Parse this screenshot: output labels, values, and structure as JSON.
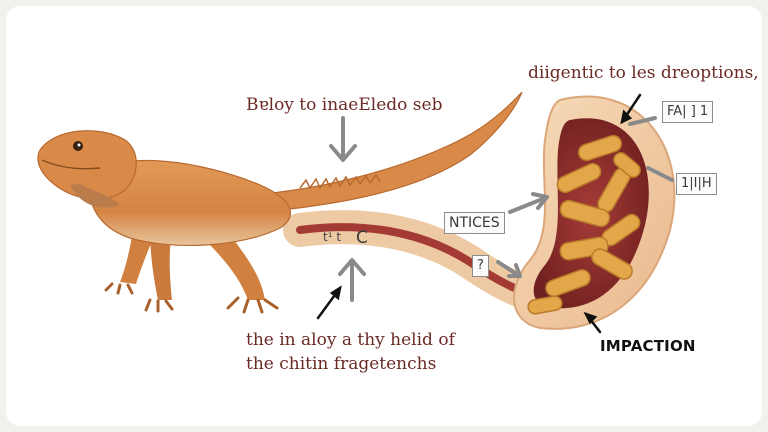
{
  "labels": {
    "top_left": "Bɐloy to inaeEledo seb",
    "top_right": "diigentic to les dreoptions,",
    "bottom_line1": "the in aloy a thy helid of",
    "bottom_line2": "the chitin fragetenchs",
    "impaction": "IMPACTION"
  },
  "tags": {
    "nitices": "NTICES",
    "fa": "FA| ] 1",
    "ih": "1|I|H",
    "question": "?",
    "tail_small": "t¹ t",
    "tail_c": "C"
  },
  "colors": {
    "lizard_body": "#d9894a",
    "gut_wall": "#f0c9a0",
    "gut_interior": "#8a2a2a",
    "worms": "#e2a84a",
    "label_text": "#6b2a25",
    "arrow_gray": "#8a8a8a"
  }
}
